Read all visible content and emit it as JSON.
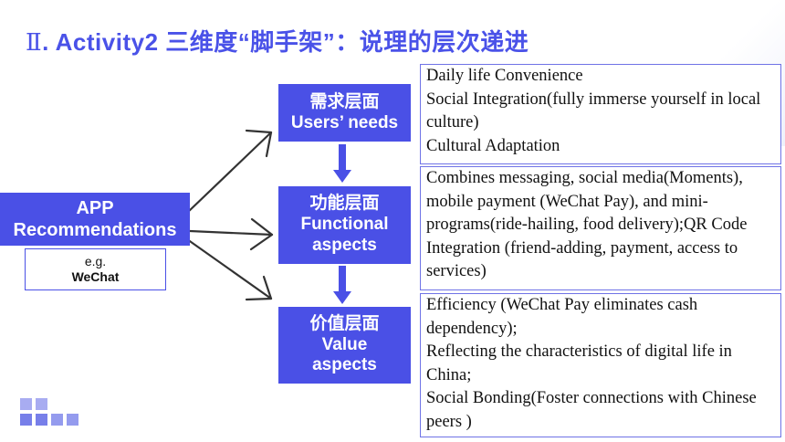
{
  "title": {
    "roman": "Ⅱ",
    "text": ". Activity2  三维度“脚手架”：说理的层次递进"
  },
  "app_block": {
    "line1": "APP",
    "line2": "Recommendations"
  },
  "example": {
    "prefix": "e.g.",
    "app_name": "WeChat"
  },
  "needs_block": {
    "zh": "需求层面",
    "en": "Users’ needs"
  },
  "functional_block": {
    "zh": "功能层面",
    "en_line1": "Functional",
    "en_line2": "aspects"
  },
  "value_block": {
    "zh": "价值层面",
    "en_line1": "Value",
    "en_line2": "aspects"
  },
  "needs_details": [
    "Daily life Convenience",
    "Social Integration(fully immerse yourself in local culture)",
    "Cultural Adaptation"
  ],
  "functional_details": [
    "Combines messaging, social media(Moments), mobile payment (WeChat Pay), and mini-programs(ride-hailing, food delivery);QR Code Integration (friend-adding, payment, access to services)"
  ],
  "value_details": [
    "Efficiency (WeChat Pay eliminates cash dependency);",
    "Reflecting the characteristics of digital life in China;",
    "Social Bonding(Foster connections with Chinese peers )"
  ],
  "colors": {
    "accent": "#4a50e6",
    "title": "#4a52e8",
    "box_border": "#6f73e6",
    "arrow": "#333333"
  }
}
